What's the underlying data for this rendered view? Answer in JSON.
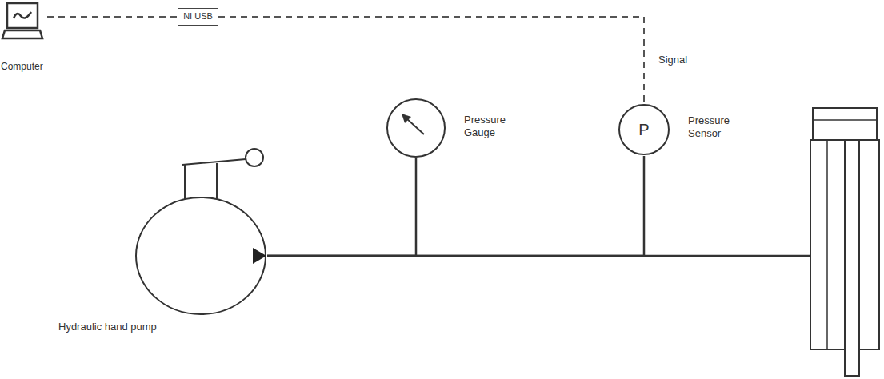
{
  "diagram": {
    "nodes": [
      {
        "text": [
          "Computer"
        ]
      },
      {
        "text": [
          "NI USB"
        ]
      },
      {
        "text": [
          "Pressure Gauge"
        ]
      },
      {
        "text": [
          "P",
          "Pressure Sensor"
        ]
      },
      {
        "text": [
          "Hydraulic hand pump"
        ]
      }
    ],
    "edges": [
      {
        "from": 0,
        "to": 1,
        "arrow": "none"
      },
      {
        "from": 1,
        "to": 3,
        "label": "Signal",
        "arrow": "none"
      },
      {
        "from": 4,
        "to": 2,
        "arrow": "none"
      },
      {
        "from": 4,
        "to": 3,
        "arrow": "none"
      }
    ]
  }
}
